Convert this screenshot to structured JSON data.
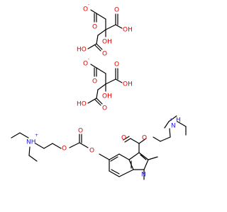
{
  "colors": {
    "bond": "#000000",
    "oxygen": "#e00000",
    "nitrogen": "#2020e0",
    "background": "#ffffff"
  },
  "atoms": {
    "o": "O",
    "oh": "OH",
    "ho": "HO",
    "n": "N",
    "nh": "NH",
    "h": "H",
    "minus": "-",
    "plus": "+"
  }
}
